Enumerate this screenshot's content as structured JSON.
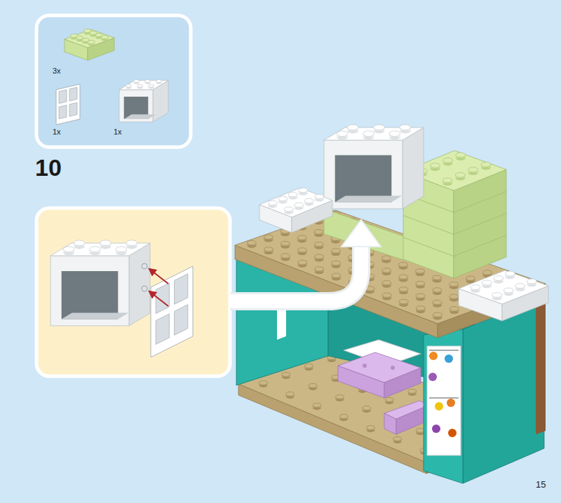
{
  "diagram": {
    "nodes": [
      {
        "text": [
          "3x",
          "1x",
          "1x"
        ]
      }
    ],
    "labels": [
      "10",
      "15"
    ]
  }
}
